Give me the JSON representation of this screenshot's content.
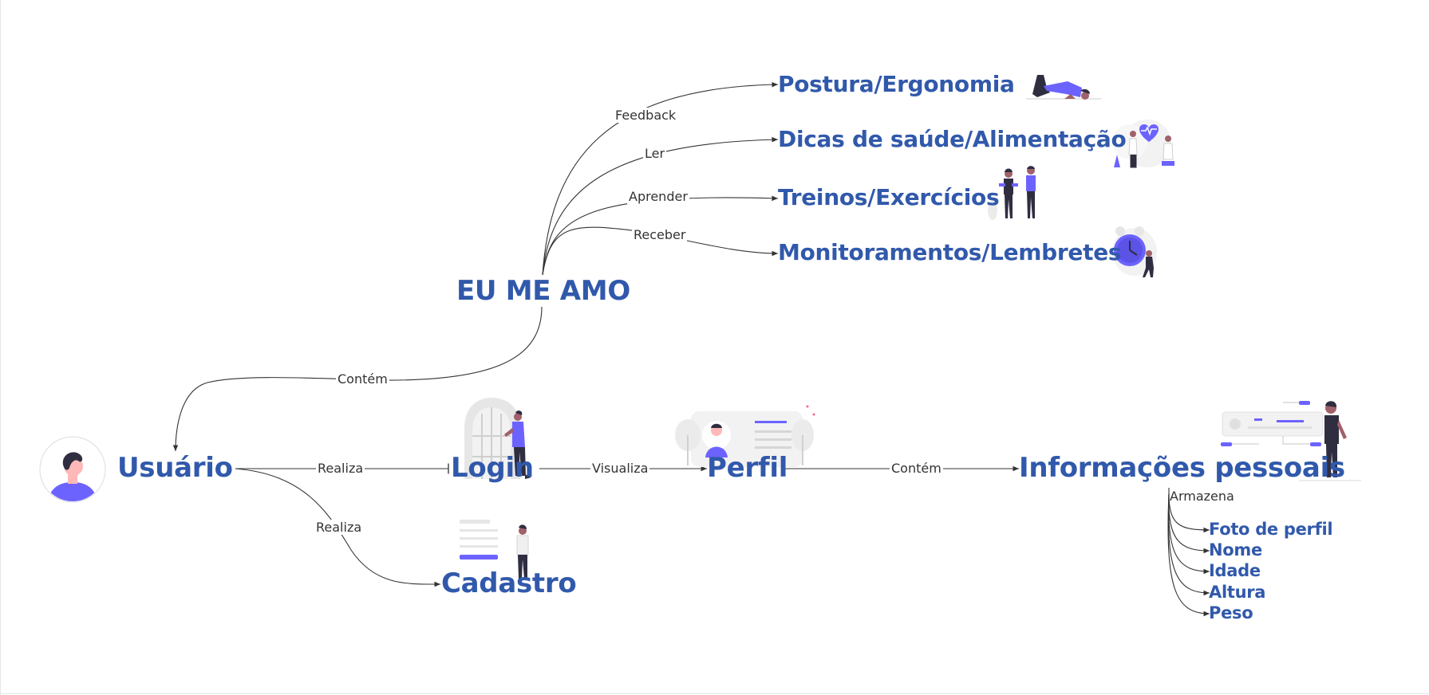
{
  "diagram": {
    "central": "EU ME AMO",
    "user": "Usuário",
    "login": "Login",
    "cadastro": "Cadastro",
    "perfil": "Perfil",
    "info": "Informações pessoais",
    "features": [
      "Postura/Ergonomia",
      "Dicas de saúde/Alimentação",
      "Treinos/Exercícios",
      "Monitoramentos/Lembretes"
    ],
    "info_fields": [
      "Foto de perfil",
      "Nome",
      "Idade",
      "Altura",
      "Peso"
    ],
    "edge_labels": {
      "feedback": "Feedback",
      "ler": "Ler",
      "aprender": "Aprender",
      "receber": "Receber",
      "contem_user": "Contém",
      "realiza_login": "Realiza",
      "realiza_cadastro": "Realiza",
      "visualiza": "Visualiza",
      "contem_info": "Contém",
      "armazena": "Armazena"
    }
  },
  "colors": {
    "node_text": "#3159ab",
    "accent": "#6c63ff",
    "edge": "#333333",
    "skin_dark": "#2f2e41",
    "light_gray": "#e6e6e6"
  },
  "icons": [
    "user-avatar-illustration",
    "door-person-illustration",
    "signup-form-illustration",
    "profile-card-illustration",
    "personal-info-illustration",
    "yoga-illustration",
    "doctors-heart-illustration",
    "workout-illustration",
    "alarm-clock-illustration"
  ]
}
